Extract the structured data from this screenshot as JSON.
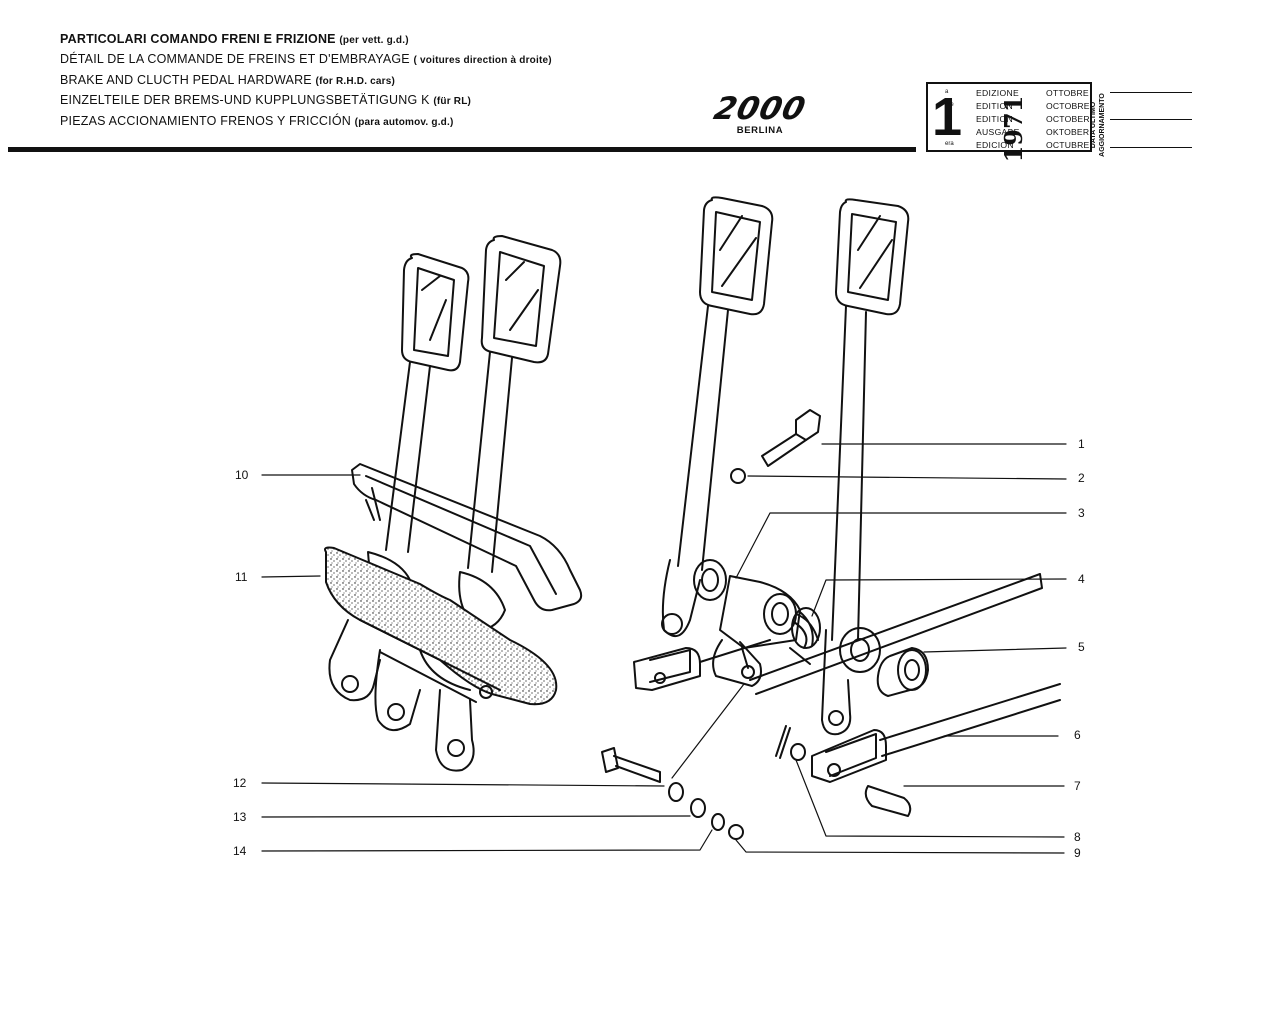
{
  "header": {
    "titles": [
      {
        "main": "PARTICOLARI COMANDO FRENI E FRIZIONE",
        "note": "(per vett. g.d.)"
      },
      {
        "main": "DÉTAIL DE LA COMMANDE DE FREINS ET D'EMBRAYAGE",
        "note": "( voitures direction à droite)"
      },
      {
        "main": "BRAKE AND CLUCTH PEDAL HARDWARE",
        "note": "(for R.H.D. cars)"
      },
      {
        "main": "EINZELTEILE DER BREMS-UND KUPPLUNGSBETÄTIGUNG K",
        "note": "(für RL)"
      },
      {
        "main": "PIEZAS ACCIONAMIENTO FRENOS Y FRICCIÓN",
        "note": "(para automov. g.d.)"
      }
    ],
    "model_logo": "2000",
    "model_sub": "BERLINA"
  },
  "edition": {
    "number": "1",
    "suffixes": [
      "a",
      "ère",
      "st",
      ".",
      "era"
    ],
    "labels": [
      "EDIZIONE",
      "EDITION",
      "EDITION",
      "AUSGABE",
      "EDICION"
    ],
    "year": "1971",
    "months": [
      "OTTOBRE",
      "OCTOBRE",
      "OCTOBER",
      "OKTOBER",
      "OCTUBRE"
    ],
    "update_label_1": "DATA ULTIMO",
    "update_label_2": "AGGIORNAMENTO"
  },
  "callouts": [
    "1",
    "2",
    "3",
    "4",
    "5",
    "6",
    "7",
    "8",
    "9",
    "10",
    "11",
    "12",
    "13",
    "14"
  ],
  "colors": {
    "ink": "#111111",
    "paper": "#ffffff"
  }
}
